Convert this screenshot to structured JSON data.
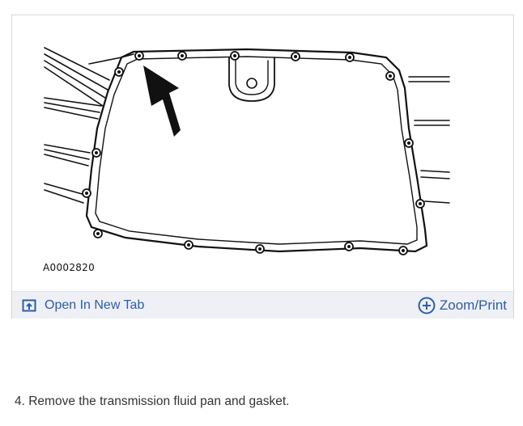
{
  "figure": {
    "diagram_code": "A0002820",
    "open_tab_label": "Open In New Tab",
    "zoom_label": "Zoom/Print",
    "accent_color": "#2b5ea8"
  },
  "instructions": {
    "step_text": "4. Remove the transmission fluid pan and gasket."
  }
}
